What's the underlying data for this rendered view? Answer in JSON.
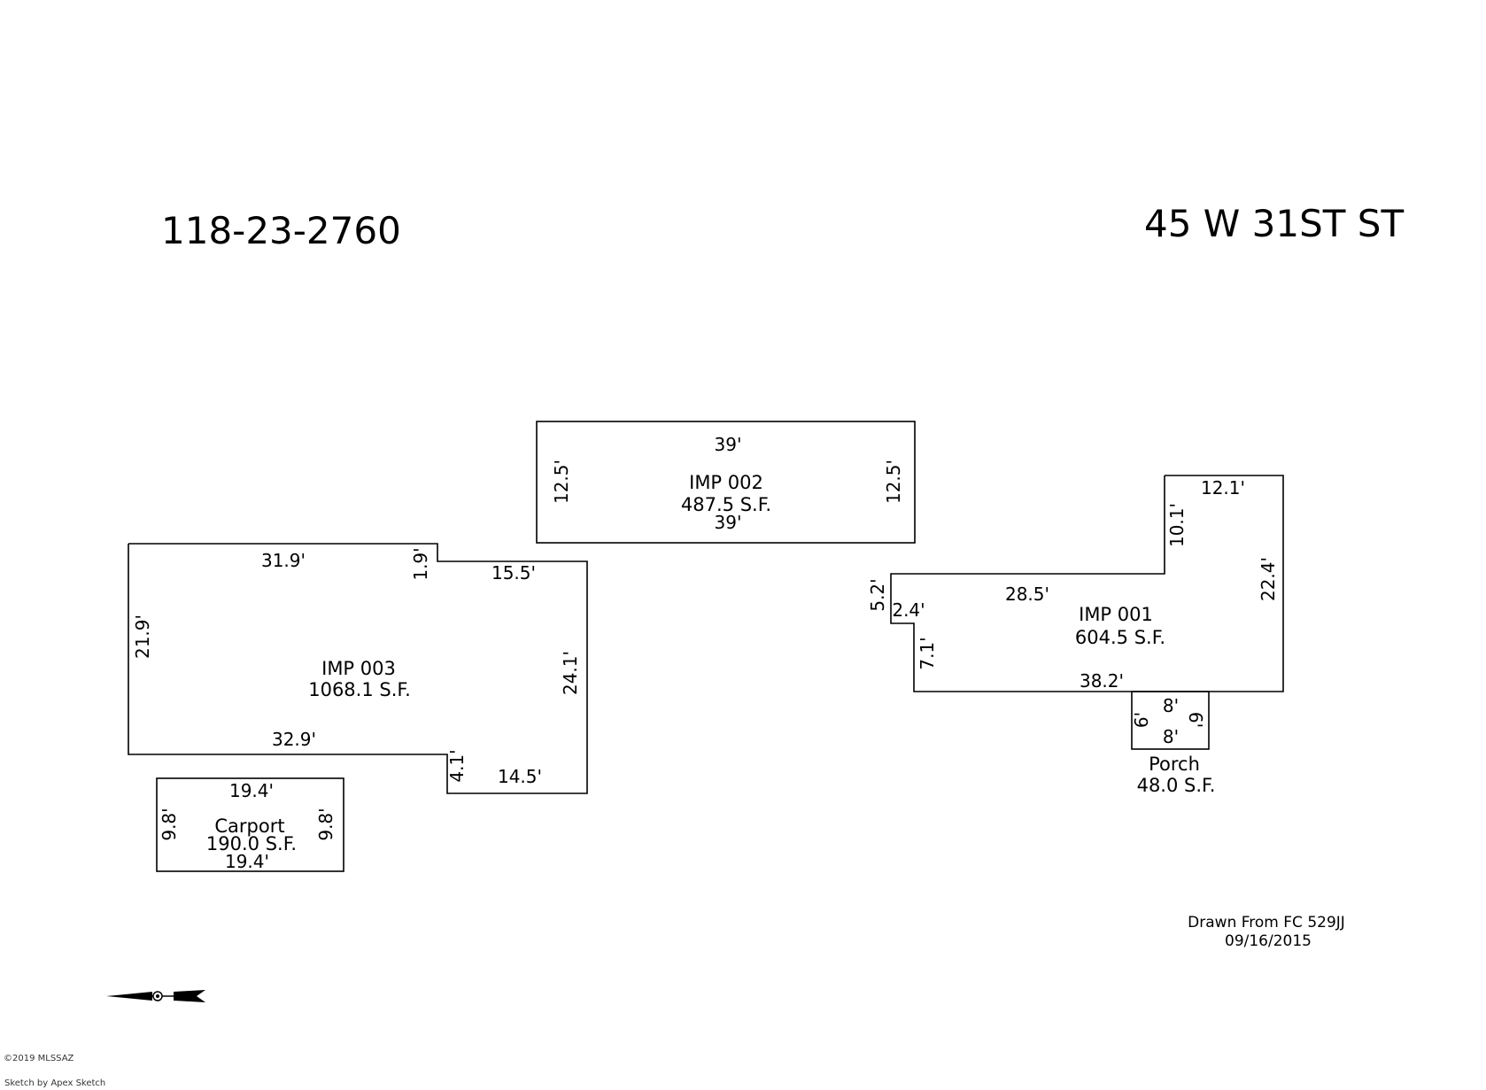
{
  "header": {
    "parcel_number": "118-23-2760",
    "address": "45 W 31ST ST"
  },
  "areas": {
    "imp002": {
      "name": "IMP 002",
      "area": "487.5 S.F.",
      "dims": {
        "top": "39'",
        "bottom": "39'",
        "left": "12.5'",
        "right": "12.5'"
      }
    },
    "imp003": {
      "name": "IMP 003",
      "area": "1068.1 S.F.",
      "dims": {
        "top": "31.9'",
        "notch_v": "1.9'",
        "upper_right": "15.5'",
        "left": "21.9'",
        "right": "24.1'",
        "bottom": "32.9'",
        "step_v": "4.1'",
        "bottom_right": "14.5'"
      }
    },
    "carport": {
      "name": "Carport",
      "area": "190.0 S.F.",
      "dims": {
        "top": "19.4'",
        "bottom": "19.4'",
        "left": "9.8'",
        "right": "9.8'"
      }
    },
    "imp001": {
      "name": "IMP 001",
      "area": "604.5 S.F.",
      "dims": {
        "top_right": "12.1'",
        "inner_v": "10.1'",
        "top": "28.5'",
        "right": "22.4'",
        "left_upper": "5.2'",
        "left_step": "2.4'",
        "left_lower": "7.1'",
        "bottom": "38.2'"
      }
    },
    "porch": {
      "name": "Porch",
      "area": "48.0 S.F.",
      "dims": {
        "top": "8'",
        "bottom": "8'",
        "left": "6'",
        "right": "6'"
      }
    }
  },
  "notes": {
    "drawn_from": "Drawn From FC 529JJ",
    "date": "09/16/2015"
  },
  "footer": {
    "copyright": "©2019 MLSSAZ",
    "credit": "Sketch by Apex Sketch"
  },
  "icons": {
    "compass": "compass-icon"
  }
}
